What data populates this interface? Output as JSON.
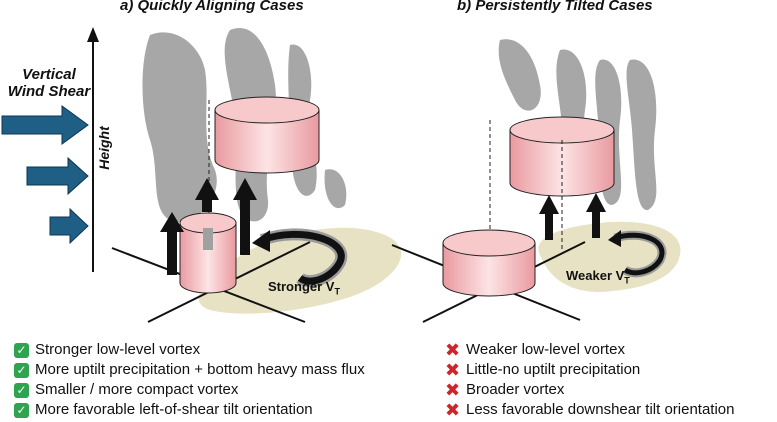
{
  "panel_a": {
    "title": "a) Quickly Aligning Cases",
    "vt_label": "Stronger V",
    "vt_sub": "T",
    "items": [
      {
        "icon": "check-mark-icon",
        "text": "Stronger low-level vortex"
      },
      {
        "icon": "check-mark-icon",
        "text": "More uptilt precipitation + bottom heavy mass flux"
      },
      {
        "icon": "check-mark-icon",
        "text": "Smaller / more compact vortex"
      },
      {
        "icon": "check-mark-icon",
        "text": "More favorable left-of-shear tilt orientation"
      }
    ]
  },
  "panel_b": {
    "title": "b) Persistently Tilted Cases",
    "vt_label": "Weaker V",
    "vt_sub": "T",
    "items": [
      {
        "icon": "cross-mark-icon",
        "text": "Weaker low-level vortex"
      },
      {
        "icon": "cross-mark-icon",
        "text": "Little-no uptilt precipitation"
      },
      {
        "icon": "cross-mark-icon",
        "text": "Broader vortex"
      },
      {
        "icon": "cross-mark-icon",
        "text": "Less favorable downshear tilt orientation"
      }
    ]
  },
  "axis": {
    "shear_label": "Vertical Wind Shear",
    "height_label": "Height"
  },
  "colors": {
    "shear_arrow": "#1f5f86",
    "vortex_fill": "#f2b8bb",
    "ground_patch": "#e8e2c4",
    "cloud": "#8a8a8a",
    "check": "#2ea44f",
    "cross": "#d0232a"
  }
}
